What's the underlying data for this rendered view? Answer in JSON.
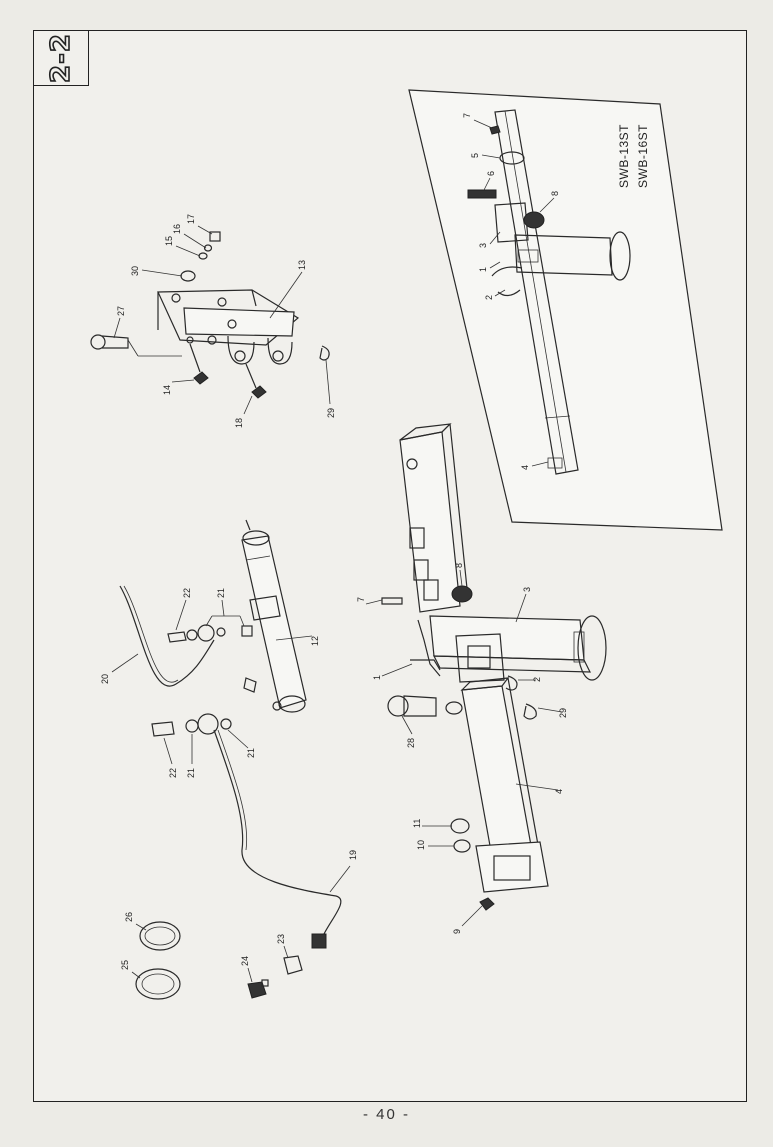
{
  "section": "2-2",
  "page_number": "- 40 -",
  "inset": {
    "models": [
      "SWB-13ST",
      "SWB-16ST"
    ]
  },
  "labels": {
    "l13": "13",
    "l14": "14",
    "l15": "15",
    "l16": "16",
    "l17": "17",
    "l18": "18",
    "l27": "27",
    "l29a": "29",
    "l30": "30",
    "l22a": "22",
    "l21a": "21",
    "l20": "20",
    "l12": "12",
    "l22b": "22",
    "l21b": "21",
    "l21c": "21",
    "l19": "19",
    "l23": "23",
    "l24": "24",
    "l25": "25",
    "l26": "26",
    "l7": "7",
    "l8": "8",
    "l3": "3",
    "l1": "1",
    "l2": "2",
    "l29b": "29",
    "l28": "28",
    "l4": "4",
    "l11": "11",
    "l10": "10",
    "l9": "9",
    "i7": "7",
    "i5": "5",
    "i6": "6",
    "i8": "8",
    "i3": "3",
    "i1": "1",
    "i2": "2",
    "i4": "4"
  }
}
